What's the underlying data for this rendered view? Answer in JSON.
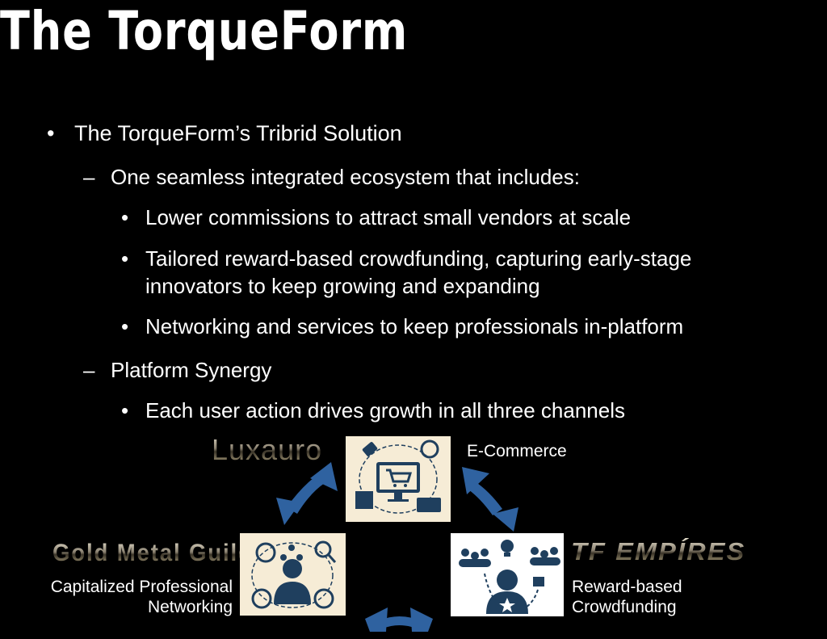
{
  "slide": {
    "title": "The TorqueForm",
    "bullets": {
      "main": "The TorqueForm’s Tribrid Solution",
      "sub1": "One seamless integrated ecosystem that includes:",
      "sub1_items": [
        "Lower commissions to attract small vendors at scale",
        "Tailored reward-based crowdfunding, capturing early-stage",
        "innovators to keep growing and expanding",
        "Networking and services to keep professionals in-platform"
      ],
      "sub2": "Platform Synergy",
      "sub2_items": [
        "Each user action drives growth in all three channels"
      ],
      "bullet_glyph": "•",
      "dash_glyph": "–"
    }
  },
  "diagram": {
    "ecommerce": {
      "logo": "Luxauro",
      "label": "E-Commerce"
    },
    "networking": {
      "logo": "Gold Metal Guild",
      "label_line1": "Capitalized Professional",
      "label_line2": "Networking"
    },
    "crowdfunding": {
      "logo": "TF EMPÍRES",
      "label_line1": "Reward-based",
      "label_line2": "Crowdfunding"
    },
    "colors": {
      "arrow": "#2f62a0",
      "icon": "#1f3f5e",
      "cream": "#f6ecd6"
    }
  }
}
